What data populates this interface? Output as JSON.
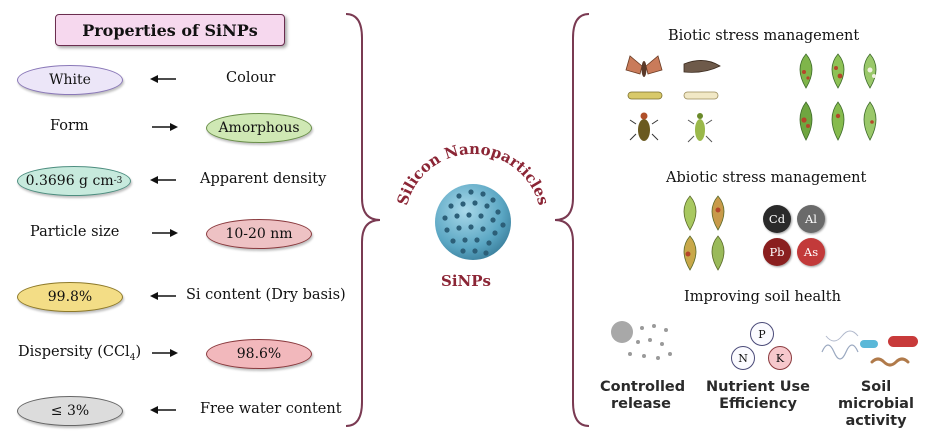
{
  "left_panel": {
    "title": "Properties of SiNPs",
    "rows": [
      {
        "left": "White",
        "right": "Colour"
      },
      {
        "left": "Form",
        "right": "Amorphous"
      },
      {
        "left": "0.3696 g cm",
        "left_sup": "-3",
        "right": "Apparent density"
      },
      {
        "left": "Particle size",
        "right": "10-20 nm"
      },
      {
        "left": "99.8%",
        "right": "Si content (Dry basis)"
      },
      {
        "left": "Dispersity (CCl",
        "left_sub": "4",
        "left_end": ")",
        "right": "98.6%"
      },
      {
        "left": "≤ 3%",
        "right": "Free water content"
      }
    ]
  },
  "center": {
    "arc_label": "Silicon Nanoparticles",
    "label": "SiNPs"
  },
  "right_panel": {
    "biotic_title": "Biotic stress management",
    "abiotic_title": "Abiotic stress management",
    "metals": [
      "Cd",
      "Al",
      "Pb",
      "As"
    ],
    "soil_title": "Improving soil health",
    "nutrients": [
      "P",
      "N",
      "K"
    ],
    "soil_items": [
      {
        "line1": "Controlled",
        "line2": "release"
      },
      {
        "line1": "Nutrient Use",
        "line2": "Efficiency"
      },
      {
        "line1": "Soil microbial",
        "line2": "activity"
      }
    ]
  },
  "colors": {
    "bracket": "#7a3a52",
    "white_fill": "#ece6f8",
    "amorphous_fill": "#cfe8b4",
    "density_fill": "#c7eadd",
    "size_fill": "#eec2c4",
    "si_fill": "#f3dd86",
    "dispersity_fill": "#f2b8bc",
    "water_fill": "#dcdcdc",
    "sphere": "#6fb5cf",
    "title_red": "#8b2535"
  }
}
